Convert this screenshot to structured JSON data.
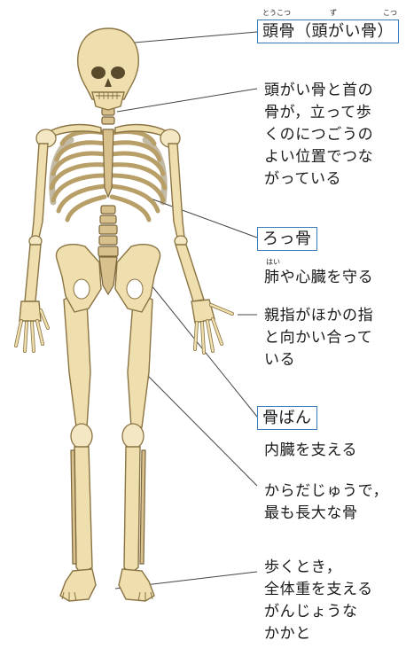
{
  "labels": {
    "skull": {
      "title": "頭骨（頭がい骨）",
      "ruby_tokotsu": "とうこつ",
      "ruby_zu": "ず",
      "ruby_kotsu": "こつ",
      "desc": [
        "頭がい骨と首の",
        "骨が，立って歩",
        "くのにつごうの",
        "よい位置でつな",
        "がっている"
      ]
    },
    "ribs": {
      "title": "ろっ骨",
      "ruby_hai": "はい",
      "desc": [
        "肺や心臓を守る"
      ]
    },
    "hand": {
      "desc": [
        "親指がほかの指",
        "と向かい合って",
        "いる"
      ]
    },
    "pelvis": {
      "title": "骨ばん",
      "desc": [
        "内臓を支える"
      ]
    },
    "femur": {
      "desc": [
        "からだじゅうで，",
        "最も長大な骨"
      ]
    },
    "heel": {
      "desc": [
        "歩くとき，",
        "全体重を支える",
        "がんじょうな",
        "かかと"
      ]
    }
  },
  "colors": {
    "bone": "#efdeae",
    "bone_outline": "#8a7443",
    "box_border": "#3b7ab8",
    "leader": "#444444"
  }
}
